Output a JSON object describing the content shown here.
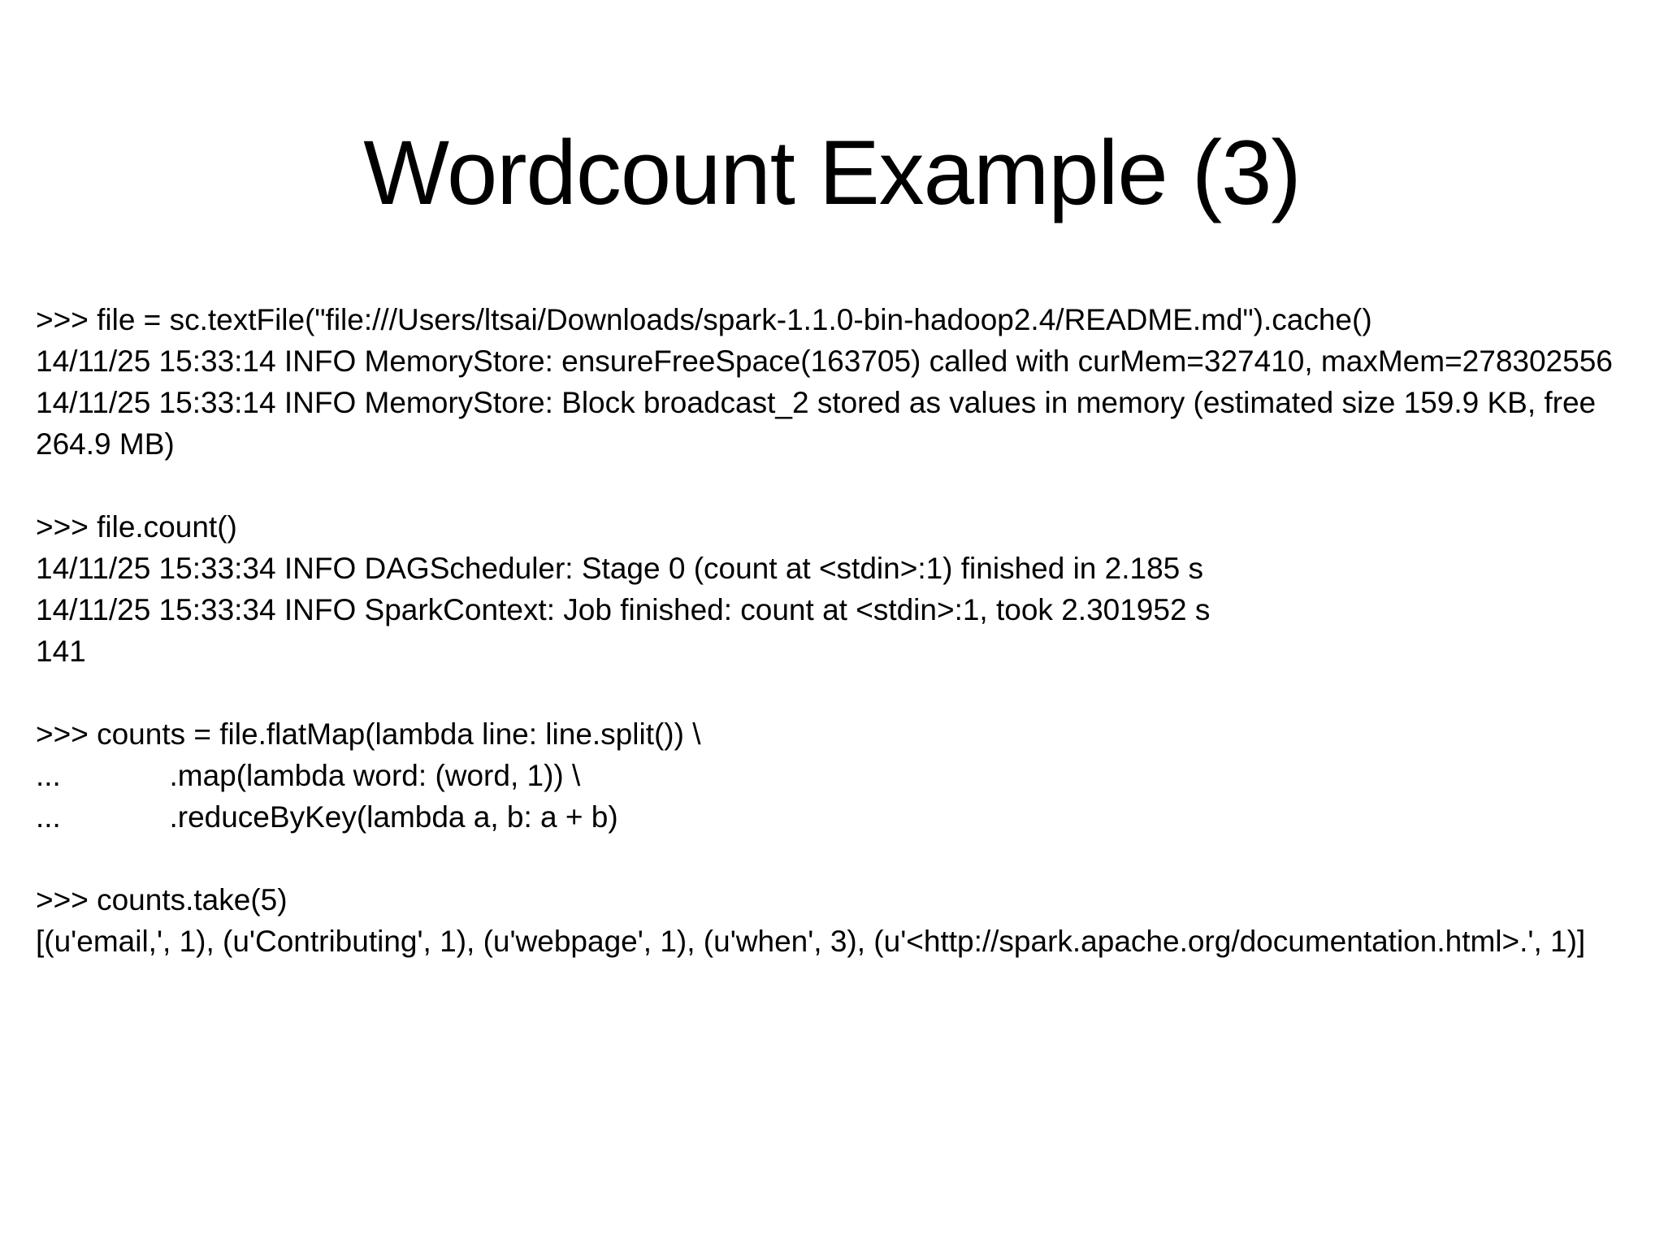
{
  "slide": {
    "title": "Wordcount Example (3)",
    "background_color": "#ffffff",
    "text_color": "#000000"
  },
  "console": {
    "blocks": [
      {
        "name": "textfile-cache-block",
        "lines": [
          ">>> file = sc.textFile(\"file:///Users/ltsai/Downloads/spark-1.1.0-bin-hadoop2.4/README.md\").cache()",
          "14/11/25 15:33:14 INFO MemoryStore: ensureFreeSpace(163705) called with curMem=327410, maxMem=278302556",
          "14/11/25 15:33:14 INFO MemoryStore: Block broadcast_2 stored as values in memory (estimated size 159.9 KB, free 264.9 MB)"
        ]
      },
      {
        "name": "count-block",
        "lines": [
          ">>> file.count()",
          "14/11/25 15:33:34 INFO DAGScheduler: Stage 0 (count at <stdin>:1) finished in 2.185 s",
          "14/11/25 15:33:34 INFO SparkContext: Job finished: count at <stdin>:1, took 2.301952 s",
          "141"
        ]
      },
      {
        "name": "counts-pipeline-block",
        "lines": [
          ">>> counts = file.flatMap(lambda line: line.split()) \\",
          "...             .map(lambda word: (word, 1)) \\",
          "...             .reduceByKey(lambda a, b: a + b)"
        ]
      },
      {
        "name": "take-block",
        "lines": [
          ">>> counts.take(5)",
          "[(u'email,', 1), (u'Contributing', 1), (u'webpage', 1), (u'when', 3), (u'<http://spark.apache.org/documentation.html>.', 1)]"
        ]
      }
    ]
  }
}
